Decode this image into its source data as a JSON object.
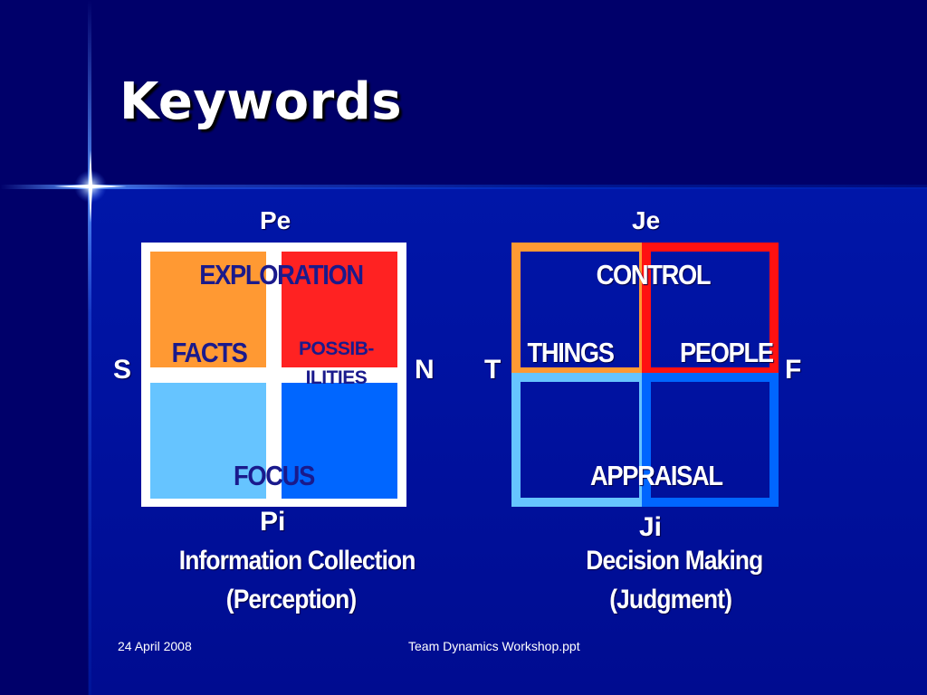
{
  "slide": {
    "title": "Keywords",
    "footer": {
      "date": "24 April 2008",
      "file": "Team Dynamics Workshop.ppt"
    }
  },
  "perception": {
    "top": "Pe",
    "bottom": "Pi",
    "left": "S",
    "right": "N",
    "keywords": {
      "exploration": "EXPLORATION",
      "facts": "FACTS",
      "possibilities_line1": "POSSIB-",
      "possibilities_line2": "ILITIES",
      "focus": "FOCUS"
    },
    "caption_line1": "Information Collection",
    "caption_line2": "(Perception)",
    "colors": {
      "top_left": "#ff9933",
      "top_right": "#ff2222",
      "bottom_left": "#66c4ff",
      "bottom_right": "#0066ff",
      "frame": "#ffffff"
    }
  },
  "judgment": {
    "top": "Je",
    "bottom": "Ji",
    "left": "T",
    "right": "F",
    "keywords": {
      "control": "CONTROL",
      "things": "THINGS",
      "people": "PEOPLE",
      "appraisal": "APPRAISAL"
    },
    "caption_line1": "Decision Making",
    "caption_line2": "(Judgment)",
    "colors": {
      "top_left": "#ff9933",
      "top_right": "#ff1111",
      "bottom_left": "#66c4ff",
      "bottom_right": "#0066ff"
    }
  }
}
